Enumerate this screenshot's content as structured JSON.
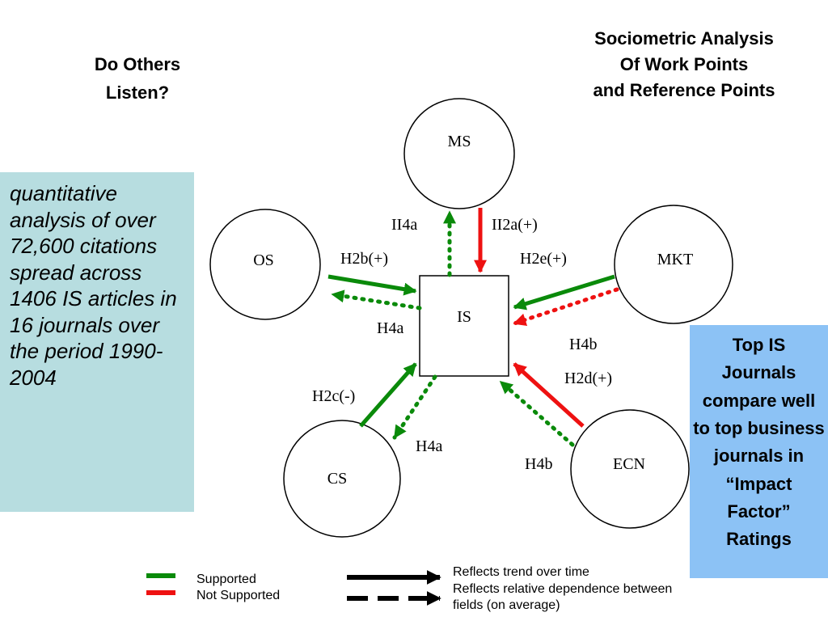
{
  "header": {
    "left_title": "Do Others Listen?",
    "right_title_lines": [
      "Sociometric Analysis",
      "Of Work Points",
      "and Reference Points"
    ]
  },
  "left_note": "quantitative analysis of over 72,600 citations spread across 1406 IS articles in 16 journals over the period 1990-2004",
  "right_note": "Top IS Journals compare well to top business journals in “Impact Factor” Ratings",
  "colors": {
    "supported": "#0a8a0a",
    "not_supported": "#ee1111",
    "left_note_bg": "#b7dde0",
    "right_note_bg": "#8cc2f5"
  },
  "diagram": {
    "nodes": {
      "ms": "MS",
      "os": "OS",
      "mkt": "MKT",
      "is": "IS",
      "cs": "CS",
      "ecn": "ECN"
    },
    "edge_labels": {
      "ms_h4a": "II4a",
      "ms_h2a": "II2a(+)",
      "os_h2b": "H2b(+)",
      "os_h4a": "H4a",
      "mkt_h2e": "H2e(+)",
      "mkt_h4b": "H4b",
      "cs_h2c": "H2c(-)",
      "cs_h4a": "H4a",
      "ecn_h2d": "H2d(+)",
      "ecn_h4b": "H4b"
    }
  },
  "legend": {
    "supported": "Supported",
    "not_supported": "Not Supported",
    "solid_meaning": "Reflects trend over time",
    "dashed_meaning_line1": "Reflects relative dependence between",
    "dashed_meaning_line2": "fields (on average)"
  }
}
